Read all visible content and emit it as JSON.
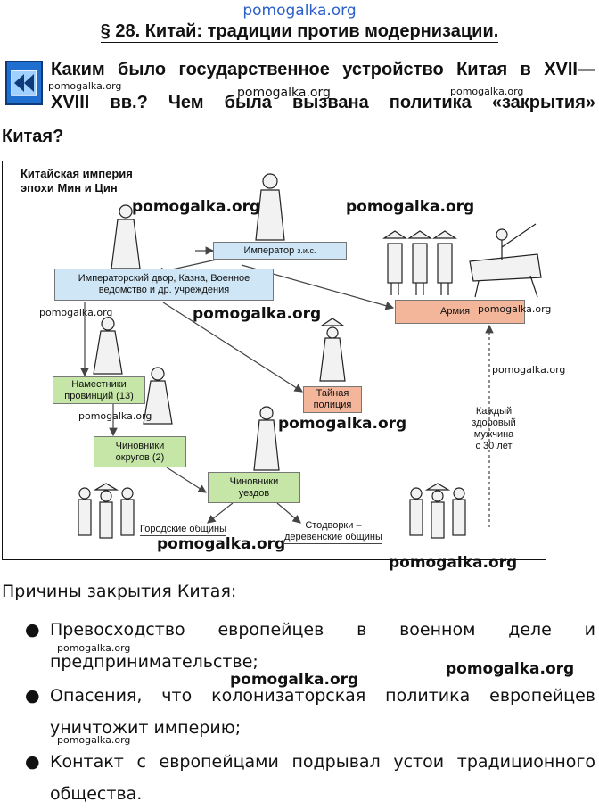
{
  "watermark": "pomogalka.org",
  "title": "§ 28. Китай: традиции против модернизации.",
  "question": {
    "line1": "Каким было государственное устройство Китая в XVII—",
    "line2": "XVIII вв.? Чем была вызвана политика «закрытия»",
    "line3": "Китая?"
  },
  "diagram": {
    "caption_line1": "Китайская империя",
    "caption_line2": "эпохи Мин и Цин",
    "emperor": "Император",
    "emperor_note": "з.и.с.",
    "court_line1": "Императорский двор, Казна, Военное",
    "court_line2": "ведомство и др. учреждения",
    "army": "Армия",
    "governors_line1": "Наместники",
    "governors_line2": "провинций (13)",
    "police_line1": "Тайная",
    "police_line2": "полиция",
    "district_officials_line1": "Чиновники",
    "district_officials_line2": "округов (2)",
    "county_officials_line1": "Чиновники",
    "county_officials_line2": "уездов",
    "conscript_line1": "Каждый",
    "conscript_line2": "здоровый",
    "conscript_line3": "мужчина",
    "conscript_line4": "с 30 лет",
    "urban": "Городские общины",
    "rural_line1": "Стодворки –",
    "rural_line2": "деревенские общины"
  },
  "reasons_heading": "Причины закрытия Китая:",
  "bullets": [
    {
      "line1": "Превосходство европейцев в военном деле и",
      "line2": "предпринимательстве;"
    },
    {
      "line1": "Опасения, что колонизаторская политика европейцев",
      "line2": "уничтожит империю;"
    },
    {
      "line1": "Контакт с европейцами подрывал устои традиционного",
      "line2": "общества."
    }
  ],
  "colors": {
    "blue_box": "#cfe6f6",
    "green_box": "#c5e6a6",
    "red_box": "#f4b69a",
    "accent": "#1e6fd0"
  }
}
